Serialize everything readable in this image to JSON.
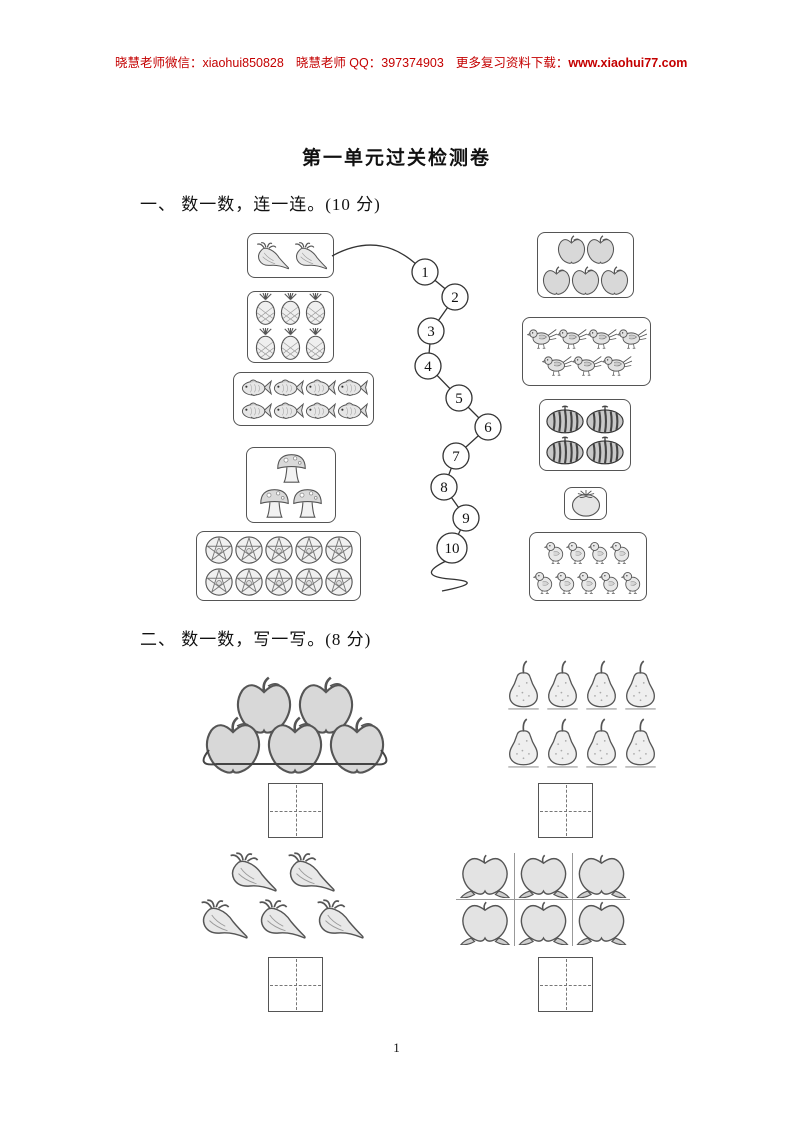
{
  "header": {
    "wechat": "晓慧老师微信：xiaohui850828",
    "qq": "晓慧老师 QQ：397374903",
    "download_label": "更多复习资料下载：",
    "url": "www.xiaohui77.com"
  },
  "title": "第一单元过关检测卷",
  "section1": {
    "heading": "一、 数一数，连一连。(10 分)",
    "numbers": [
      "1",
      "2",
      "3",
      "4",
      "5",
      "6",
      "7",
      "8",
      "9",
      "10"
    ],
    "groups": {
      "radish": {
        "item": "radish",
        "count": 2,
        "rows": [
          2
        ]
      },
      "pineapple": {
        "item": "pineapple",
        "count": 6,
        "rows": [
          3,
          3
        ]
      },
      "fish": {
        "item": "fish",
        "count": 8,
        "rows": [
          4,
          4
        ]
      },
      "mushroom": {
        "item": "mushroom",
        "count": 3,
        "rows": [
          1,
          2
        ]
      },
      "flower": {
        "item": "flower",
        "count": 10,
        "rows": [
          5,
          5
        ]
      },
      "apple": {
        "item": "apple",
        "count": 5,
        "rows": [
          2,
          3
        ]
      },
      "bird": {
        "item": "bird",
        "count": 7,
        "rows": [
          4,
          3
        ]
      },
      "watermelon": {
        "item": "watermelon",
        "count": 4,
        "rows": [
          2,
          2
        ]
      },
      "tomato": {
        "item": "tomato",
        "count": 1,
        "rows": [
          1
        ]
      },
      "chick": {
        "item": "chick",
        "count": 9,
        "rows": [
          4,
          5
        ]
      }
    }
  },
  "section2": {
    "heading": "二、 数一数，写一写。(8 分)",
    "groups": {
      "apples": {
        "item": "apple",
        "count": 5,
        "rows": [
          2,
          3
        ]
      },
      "pears": {
        "item": "pear",
        "count": 8,
        "rows": [
          4,
          4
        ]
      },
      "radishes": {
        "item": "radish",
        "count": 5,
        "rows": [
          2,
          3
        ]
      },
      "peaches": {
        "item": "peach",
        "count": 6,
        "rows": [
          3,
          3
        ]
      }
    }
  },
  "page_number": "1"
}
